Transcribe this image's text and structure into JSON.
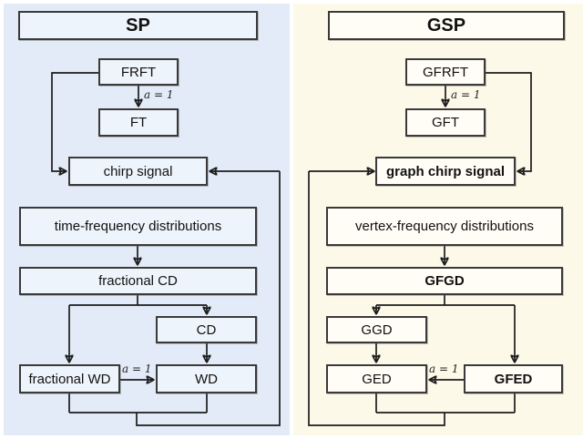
{
  "colors": {
    "sp_panel_bg": "#e2ebf7",
    "gsp_panel_bg": "#fdf9e8",
    "sp_box_fill": "#eef4fb",
    "gsp_box_fill": "#fffdf5",
    "box_border": "#3a3a3a",
    "connector_line": "#1c1c1c",
    "text": "#111111"
  },
  "sp": {
    "title": "SP",
    "nodes": {
      "frft": "FRFT",
      "ft": "FT",
      "chirp": "chirp signal",
      "tfd": "time-frequency distributions",
      "fcd": "fractional CD",
      "cd": "CD",
      "fwd": "fractional WD",
      "wd": "WD"
    },
    "edge_labels": {
      "frft_ft": "a = 1",
      "fwd_wd": "a = 1"
    }
  },
  "gsp": {
    "title": "GSP",
    "nodes": {
      "gfrft": "GFRFT",
      "gft": "GFT",
      "gchirp": "graph chirp signal",
      "vfd": "vertex-frequency distributions",
      "gfgd": "GFGD",
      "ggd": "GGD",
      "ged": "GED",
      "gfed": "GFED"
    },
    "edge_labels": {
      "gfrft_gft": "a = 1",
      "gfed_ged": "a = 1"
    }
  }
}
